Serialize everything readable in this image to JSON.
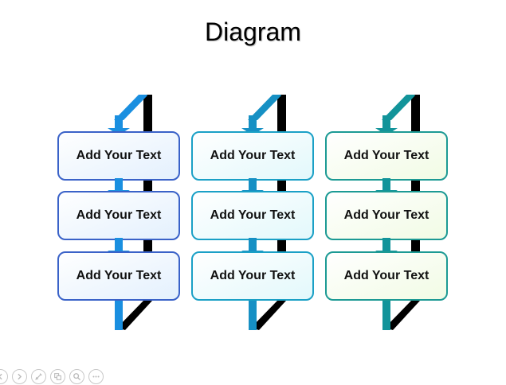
{
  "slide": {
    "title": "Diagram"
  },
  "columns": [
    {
      "accent": "#1a8fe0",
      "box_border": "#3a62c8",
      "box_fill": "#e3f0fd",
      "items": [
        {
          "label": "Add Your Text"
        },
        {
          "label": "Add Your Text"
        },
        {
          "label": "Add Your Text"
        }
      ]
    },
    {
      "accent": "#1690c4",
      "box_border": "#1aa0c6",
      "box_fill": "#e2f8fb",
      "items": [
        {
          "label": "Add Your Text"
        },
        {
          "label": "Add Your Text"
        },
        {
          "label": "Add Your Text"
        }
      ]
    },
    {
      "accent": "#12949a",
      "box_border": "#1c9a94",
      "box_fill": "#f1fbe4",
      "items": [
        {
          "label": "Add Your Text"
        },
        {
          "label": "Add Your Text"
        },
        {
          "label": "Add Your Text"
        }
      ]
    }
  ],
  "toolbar": {
    "buttons": [
      {
        "icon": "previous-icon"
      },
      {
        "icon": "next-icon"
      },
      {
        "icon": "pen-icon"
      },
      {
        "icon": "slides-icon"
      },
      {
        "icon": "zoom-icon"
      },
      {
        "icon": "more-icon"
      }
    ]
  }
}
